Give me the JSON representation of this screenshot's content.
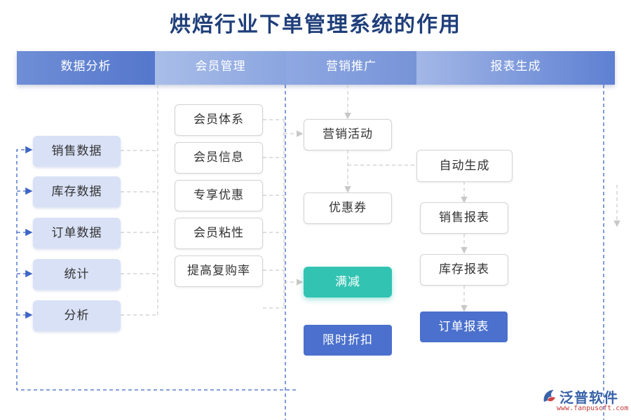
{
  "title": "烘焙行业下单管理系统的作用",
  "columns": [
    {
      "label": "数据分析"
    },
    {
      "label": "会员管理"
    },
    {
      "label": "营销推广"
    },
    {
      "label": "报表生成"
    }
  ],
  "data_analysis": [
    "销售数据",
    "库存数据",
    "订单数据",
    "统计",
    "分析"
  ],
  "member_management": [
    "会员体系",
    "会员信息",
    "专享优惠",
    "会员粘性",
    "提高复购率"
  ],
  "marketing": {
    "activity": "营销活动",
    "coupon": "优惠券",
    "discount": "满减",
    "limited": "限时折扣"
  },
  "reports": {
    "auto": "自动生成",
    "sales": "销售报表",
    "inventory": "库存报表",
    "order": "订单报表"
  },
  "logo": {
    "name": "泛普软件",
    "url": "www.fanpusoft.com"
  },
  "colors": {
    "title": "#1f3f7a",
    "header": "#6f8ed6",
    "teal": "#32c3b2",
    "dark_blue": "#4b70cd",
    "light_blue": "#d9e1f6"
  }
}
